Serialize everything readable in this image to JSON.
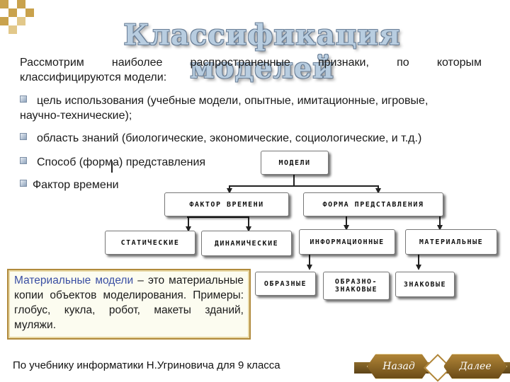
{
  "title": "Классификация моделей",
  "intro": {
    "line1_words": [
      "Рассмотрим",
      "наиболее",
      "распространенные",
      "признаки,",
      "по",
      "которым"
    ],
    "line2": "классифицируются модели:"
  },
  "bullets": [
    {
      "first": "цель использования (учебные модели, опытные, имитационные, игровые,",
      "second": "научно-технические);"
    },
    {
      "first": "область знаний (биологические, экономические, социологические, и т.д.)"
    },
    {
      "first": "Способ (форма) представления"
    },
    {
      "first": "Фактор времени"
    }
  ],
  "diagram": {
    "root": "МОДЕЛИ",
    "time_factor": "ФАКТОР ВРЕМЕНИ",
    "form": "ФОРМА ПРЕДСТАВЛЕНИЯ",
    "static": "СТАТИЧЕСКИЕ",
    "dynamic": "ДИНАМИЧЕСКИЕ",
    "informational": "ИНФОРМАЦИОННЫЕ",
    "material": "МАТЕРИАЛЬНЫЕ",
    "figurative": "ОБРАЗНЫЕ",
    "figurative_sign": "ОБРАЗНО-\nЗНАКОВЫЕ",
    "sign": "ЗНАКОВЫЕ"
  },
  "note": {
    "highlight": "Материальные модели",
    "rest": " – это материальные копии объектов моделирования. Примеры: глобус, кукла, робот, макеты зданий, муляжи."
  },
  "footer": "По учебнику информатики Н.Угриновича  для 9 класса",
  "nav": {
    "back": "Назад",
    "next": "Далее"
  },
  "colors": {
    "accent": "#b08537",
    "title_fill": "#b8cde0",
    "note_highlight": "#3a4fa3"
  }
}
